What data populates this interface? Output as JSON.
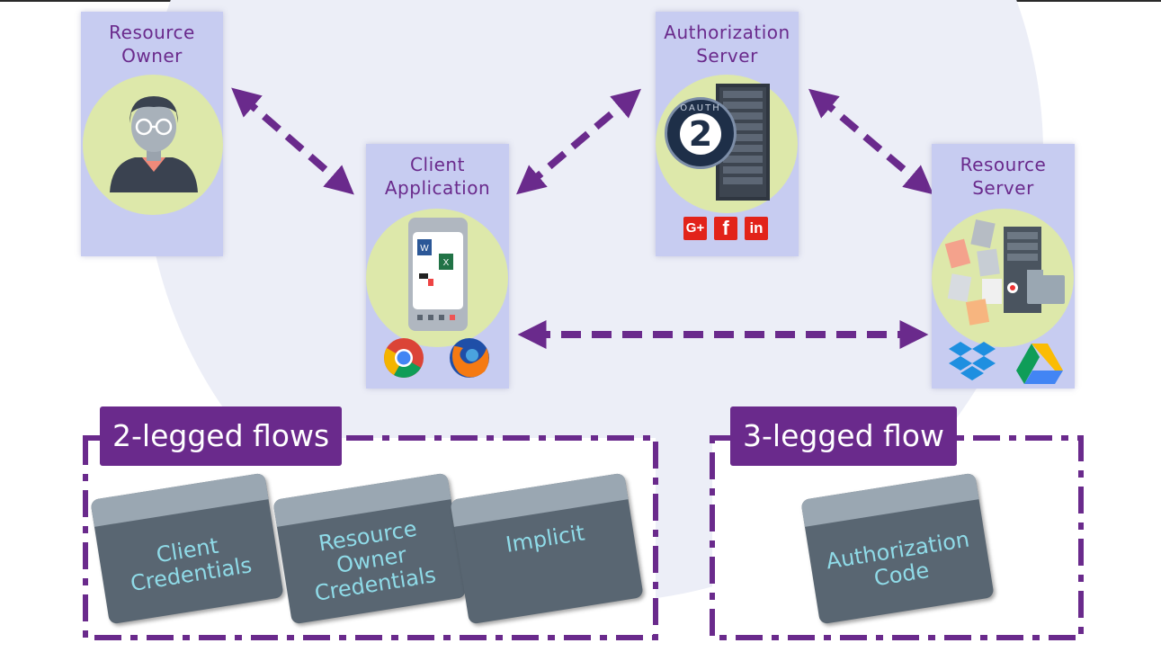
{
  "cards": {
    "resource_owner": {
      "title": "Resource\nOwner"
    },
    "client_app": {
      "title": "Client\nApplication"
    },
    "auth_server": {
      "title": "Authorization\nServer",
      "badge_text": "OAUTH",
      "badge_number": "2"
    },
    "resource_server": {
      "title": "Resource\nServer"
    }
  },
  "social_icons": [
    "G+",
    "f",
    "in"
  ],
  "flows": {
    "two_legged": {
      "title": "2-legged flows",
      "items": [
        "Client\nCredentials",
        "Resource\nOwner\nCredentials",
        "Implicit"
      ]
    },
    "three_legged": {
      "title": "3-legged flow",
      "items": [
        "Authorization\nCode"
      ]
    }
  },
  "icons": {
    "person": "person-icon",
    "phone": "phone-icon",
    "server": "server-rack-icon",
    "oauth": "oauth2-badge-icon",
    "chrome": "chrome-icon",
    "firefox": "firefox-icon",
    "dropbox": "dropbox-icon",
    "drive": "google-drive-icon"
  },
  "colors": {
    "accent": "#6a2a8c",
    "card": "#c7ccf1",
    "circle": "#dde8aa",
    "flow_card": "#596672",
    "flow_text": "#8fdbe8"
  }
}
